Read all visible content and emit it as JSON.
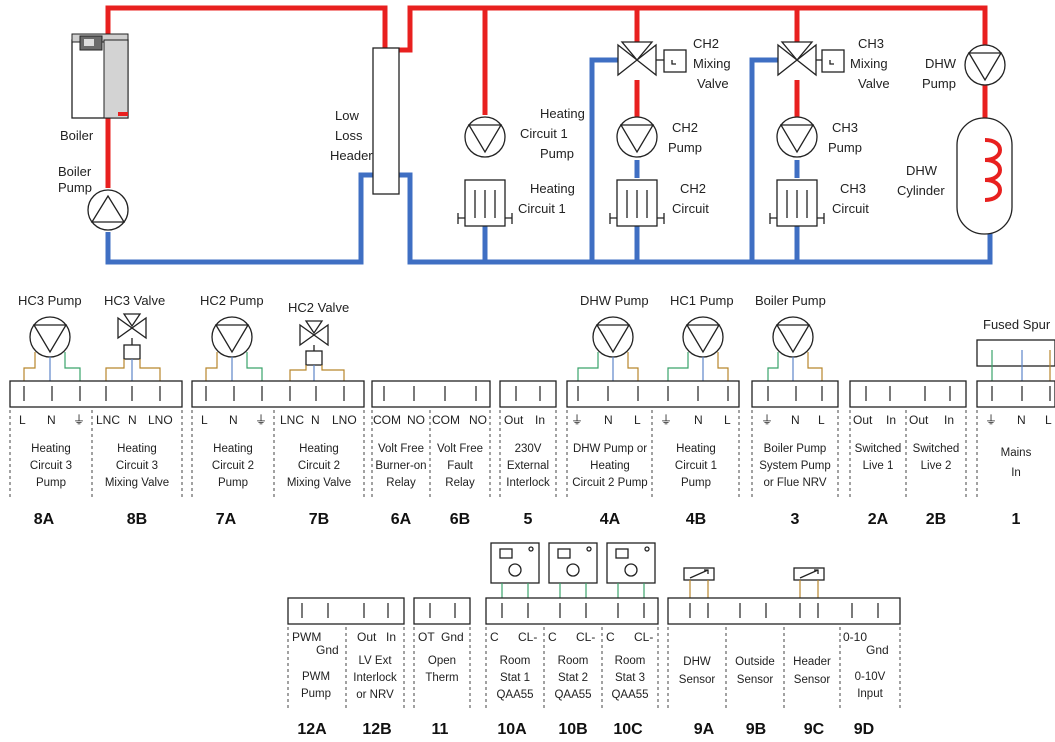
{
  "hydraulic": {
    "boiler": "Boiler",
    "boiler_pump": [
      "Boiler",
      "Pump"
    ],
    "llh": [
      "Low",
      "Loss",
      "Header"
    ],
    "hc1_pump": [
      "Heating",
      "Circuit 1",
      "Pump"
    ],
    "hc1": [
      "Heating",
      "Circuit 1"
    ],
    "ch2_valve": [
      "CH2",
      "Mixing",
      "Valve"
    ],
    "ch2_pump": [
      "CH2",
      "Pump"
    ],
    "ch2_circuit": [
      "CH2",
      "Circuit"
    ],
    "ch3_valve": [
      "CH3",
      "Mixing",
      "Valve"
    ],
    "ch3_pump": [
      "CH3",
      "Pump"
    ],
    "ch3_circuit": [
      "CH3",
      "Circuit"
    ],
    "dhw_pump": [
      "DHW",
      "Pump"
    ],
    "dhw_cyl": [
      "DHW",
      "Cylinder"
    ]
  },
  "top_devices": {
    "hc3_pump": "HC3 Pump",
    "hc3_valve": "HC3 Valve",
    "hc2_pump": "HC2 Pump",
    "hc2_valve": "HC2 Valve",
    "dhw_pump": "DHW Pump",
    "hc1_pump": "HC1 Pump",
    "boiler_pump": "Boiler Pump",
    "fused_spur": "Fused Spur"
  },
  "top_terminals": [
    {
      "code": "8A",
      "terms": [
        "L",
        "N",
        "⏚"
      ],
      "desc": [
        "Heating",
        "Circuit 3",
        "Pump"
      ]
    },
    {
      "code": "8B",
      "terms": [
        "LNC",
        "N",
        "LNO"
      ],
      "desc": [
        "Heating",
        "Circuit 3",
        "Mixing Valve"
      ]
    },
    {
      "code": "7A",
      "terms": [
        "L",
        "N",
        "⏚"
      ],
      "desc": [
        "Heating",
        "Circuit 2",
        "Pump"
      ]
    },
    {
      "code": "7B",
      "terms": [
        "LNC",
        "N",
        "LNO"
      ],
      "desc": [
        "Heating",
        "Circuit 2",
        "Mixing Valve"
      ]
    },
    {
      "code": "6A",
      "terms": [
        "COM",
        "NO"
      ],
      "desc": [
        "Volt Free",
        "Burner-on",
        "Relay"
      ]
    },
    {
      "code": "6B",
      "terms": [
        "COM",
        "NO"
      ],
      "desc": [
        "Volt Free",
        "Fault",
        "Relay"
      ]
    },
    {
      "code": "5",
      "terms": [
        "Out",
        "In"
      ],
      "desc": [
        "230V",
        "External",
        "Interlock"
      ]
    },
    {
      "code": "4A",
      "terms": [
        "⏚",
        "N",
        "L"
      ],
      "desc": [
        "DHW Pump or",
        "Heating",
        "Circuit 2 Pump"
      ]
    },
    {
      "code": "4B",
      "terms": [
        "⏚",
        "N",
        "L"
      ],
      "desc": [
        "Heating",
        "Circuit 1",
        "Pump"
      ]
    },
    {
      "code": "3",
      "terms": [
        "⏚",
        "N",
        "L"
      ],
      "desc": [
        "Boiler Pump",
        "System Pump",
        "or Flue NRV"
      ]
    },
    {
      "code": "2A",
      "terms": [
        "Out",
        "In"
      ],
      "desc": [
        "Switched",
        "Live 1"
      ]
    },
    {
      "code": "2B",
      "terms": [
        "Out",
        "In"
      ],
      "desc": [
        "Switched",
        "Live 2"
      ]
    },
    {
      "code": "1",
      "terms": [
        "⏚",
        "N",
        "L"
      ],
      "desc": [
        "Mains",
        "In"
      ]
    }
  ],
  "bottom_terminals": [
    {
      "code": "12A",
      "terms": [
        "PWM",
        "Gnd"
      ],
      "desc": [
        "PWM",
        "Pump"
      ]
    },
    {
      "code": "12B",
      "terms": [
        "Out",
        "In"
      ],
      "desc": [
        "LV Ext",
        "Interlock",
        "or NRV"
      ]
    },
    {
      "code": "11",
      "terms": [
        "OT",
        "Gnd"
      ],
      "desc": [
        "Open",
        "Therm"
      ]
    },
    {
      "code": "10A",
      "terms": [
        "C",
        "CL-"
      ],
      "desc": [
        "Room",
        "Stat 1",
        "QAA55"
      ]
    },
    {
      "code": "10B",
      "terms": [
        "C",
        "CL-"
      ],
      "desc": [
        "Room",
        "Stat 2",
        "QAA55"
      ]
    },
    {
      "code": "10C",
      "terms": [
        "C",
        "CL-"
      ],
      "desc": [
        "Room",
        "Stat 3",
        "QAA55"
      ]
    },
    {
      "code": "9A",
      "terms": [],
      "desc": [
        "DHW",
        "Sensor"
      ]
    },
    {
      "code": "9B",
      "terms": [],
      "desc": [
        "Outside",
        "Sensor"
      ]
    },
    {
      "code": "9C",
      "terms": [],
      "desc": [
        "Header",
        "Sensor"
      ]
    },
    {
      "code": "9D",
      "terms": [
        "0-10",
        "Gnd"
      ],
      "desc": [
        "0-10V",
        "Input"
      ]
    }
  ],
  "colors": {
    "flow": "#e8201f",
    "return": "#3f6fc3",
    "brown": "#b8862c",
    "green": "#3aa36b",
    "grey": "#5d86c9"
  }
}
